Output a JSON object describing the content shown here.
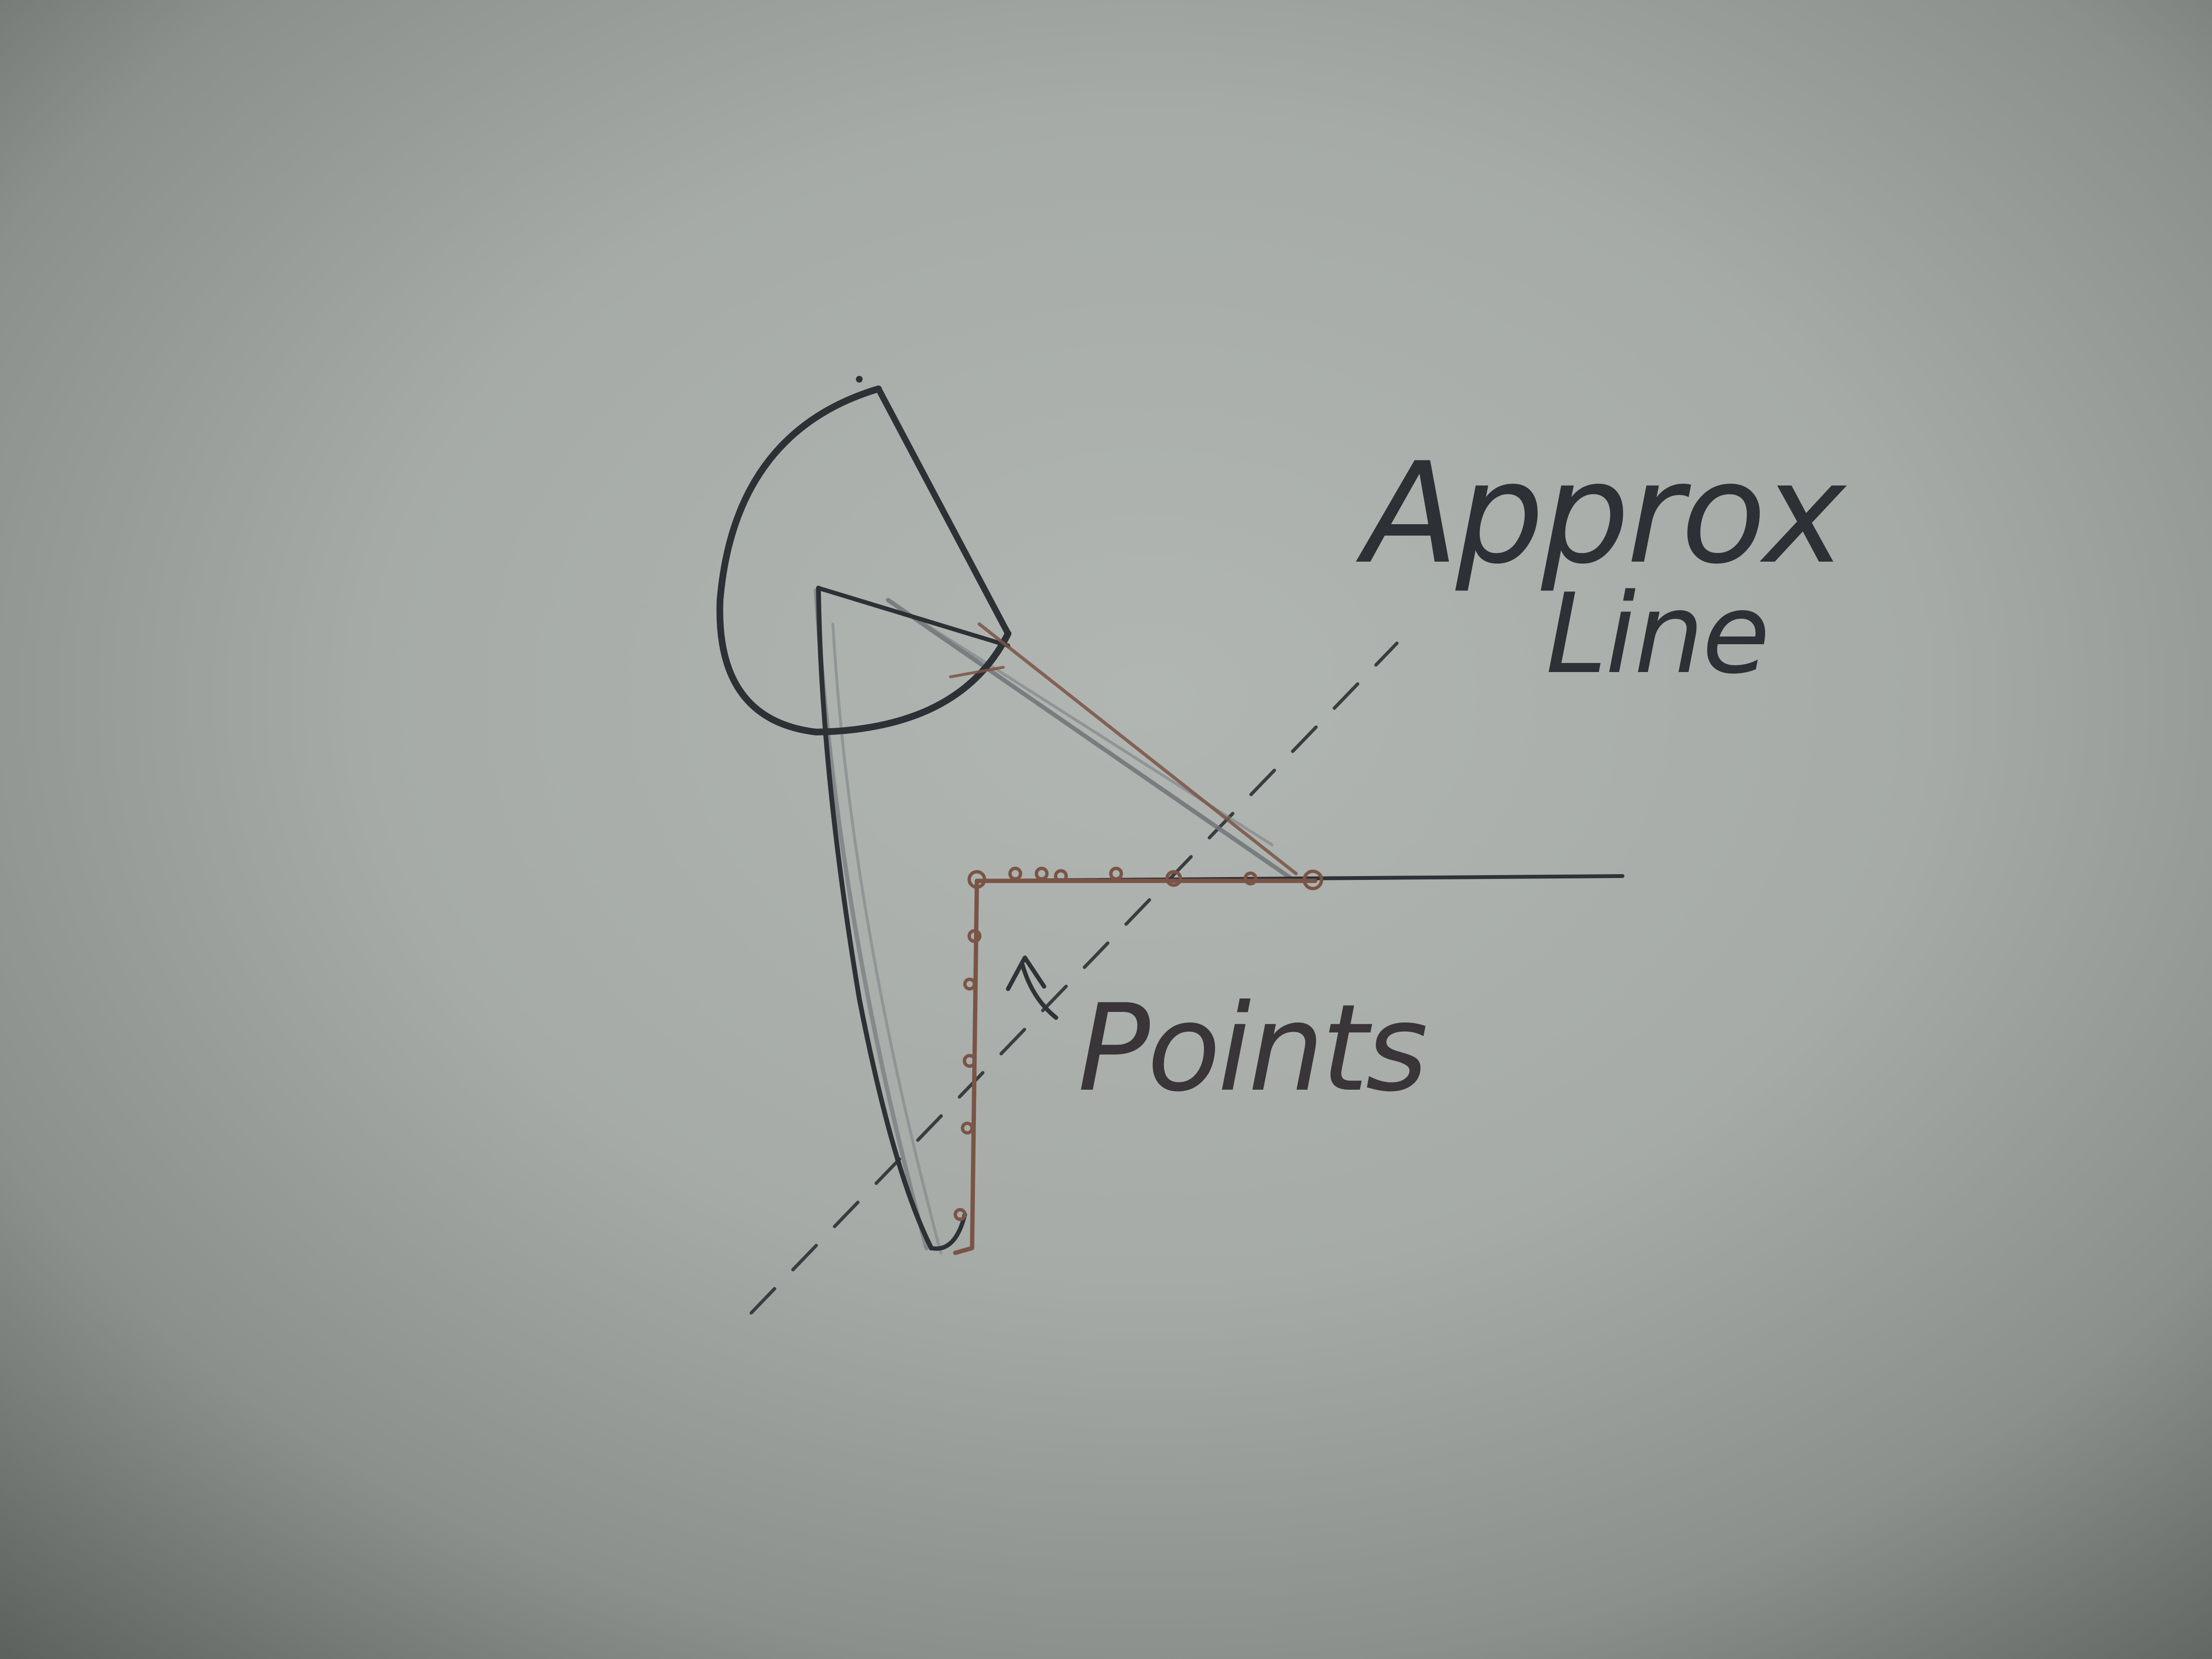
{
  "labels": {
    "approx_line_1": "Approx",
    "approx_line_2": "Line",
    "points": "Points"
  },
  "colors": {
    "paper": "#a9aeab",
    "paper_shadow": "#5c615d",
    "pen_dark": "#2d3034",
    "pencil": "#6f7478",
    "copper_pen": "#7a5446"
  },
  "icons": {
    "pointer_arrow": "arrow-up-left-icon"
  }
}
